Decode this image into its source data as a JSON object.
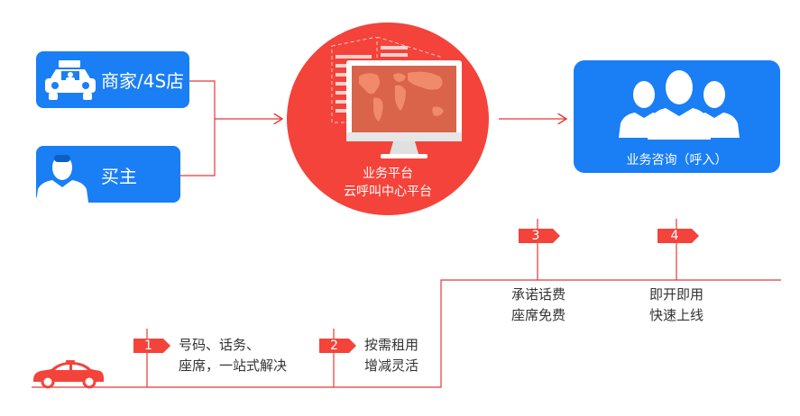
{
  "colors": {
    "accent_blue": "#1a7ef5",
    "accent_red": "#f4433a",
    "line_red": "#e53935",
    "text_dark": "#333333"
  },
  "sources": [
    {
      "label": "商家/4S店",
      "icon": "taxi-icon"
    },
    {
      "label": "买主",
      "icon": "person-silhouette-icon"
    }
  ],
  "hub": {
    "line1": "业务平台",
    "line2": "云呼叫中心平台",
    "icon": "monitor-world-map-icon"
  },
  "target": {
    "label": "业务咨询（呼入）",
    "icon": "user-group-icon"
  },
  "steps": [
    {
      "number": "1",
      "lines": [
        "号码、话务、",
        "座席，一站式解决"
      ]
    },
    {
      "number": "2",
      "lines": [
        "按需租用",
        "增减灵活"
      ]
    },
    {
      "number": "3",
      "lines": [
        "承诺话费",
        "座席免费"
      ]
    },
    {
      "number": "4",
      "lines": [
        "即开即用",
        "快速上线"
      ]
    }
  ],
  "footer_icon": "car-icon"
}
